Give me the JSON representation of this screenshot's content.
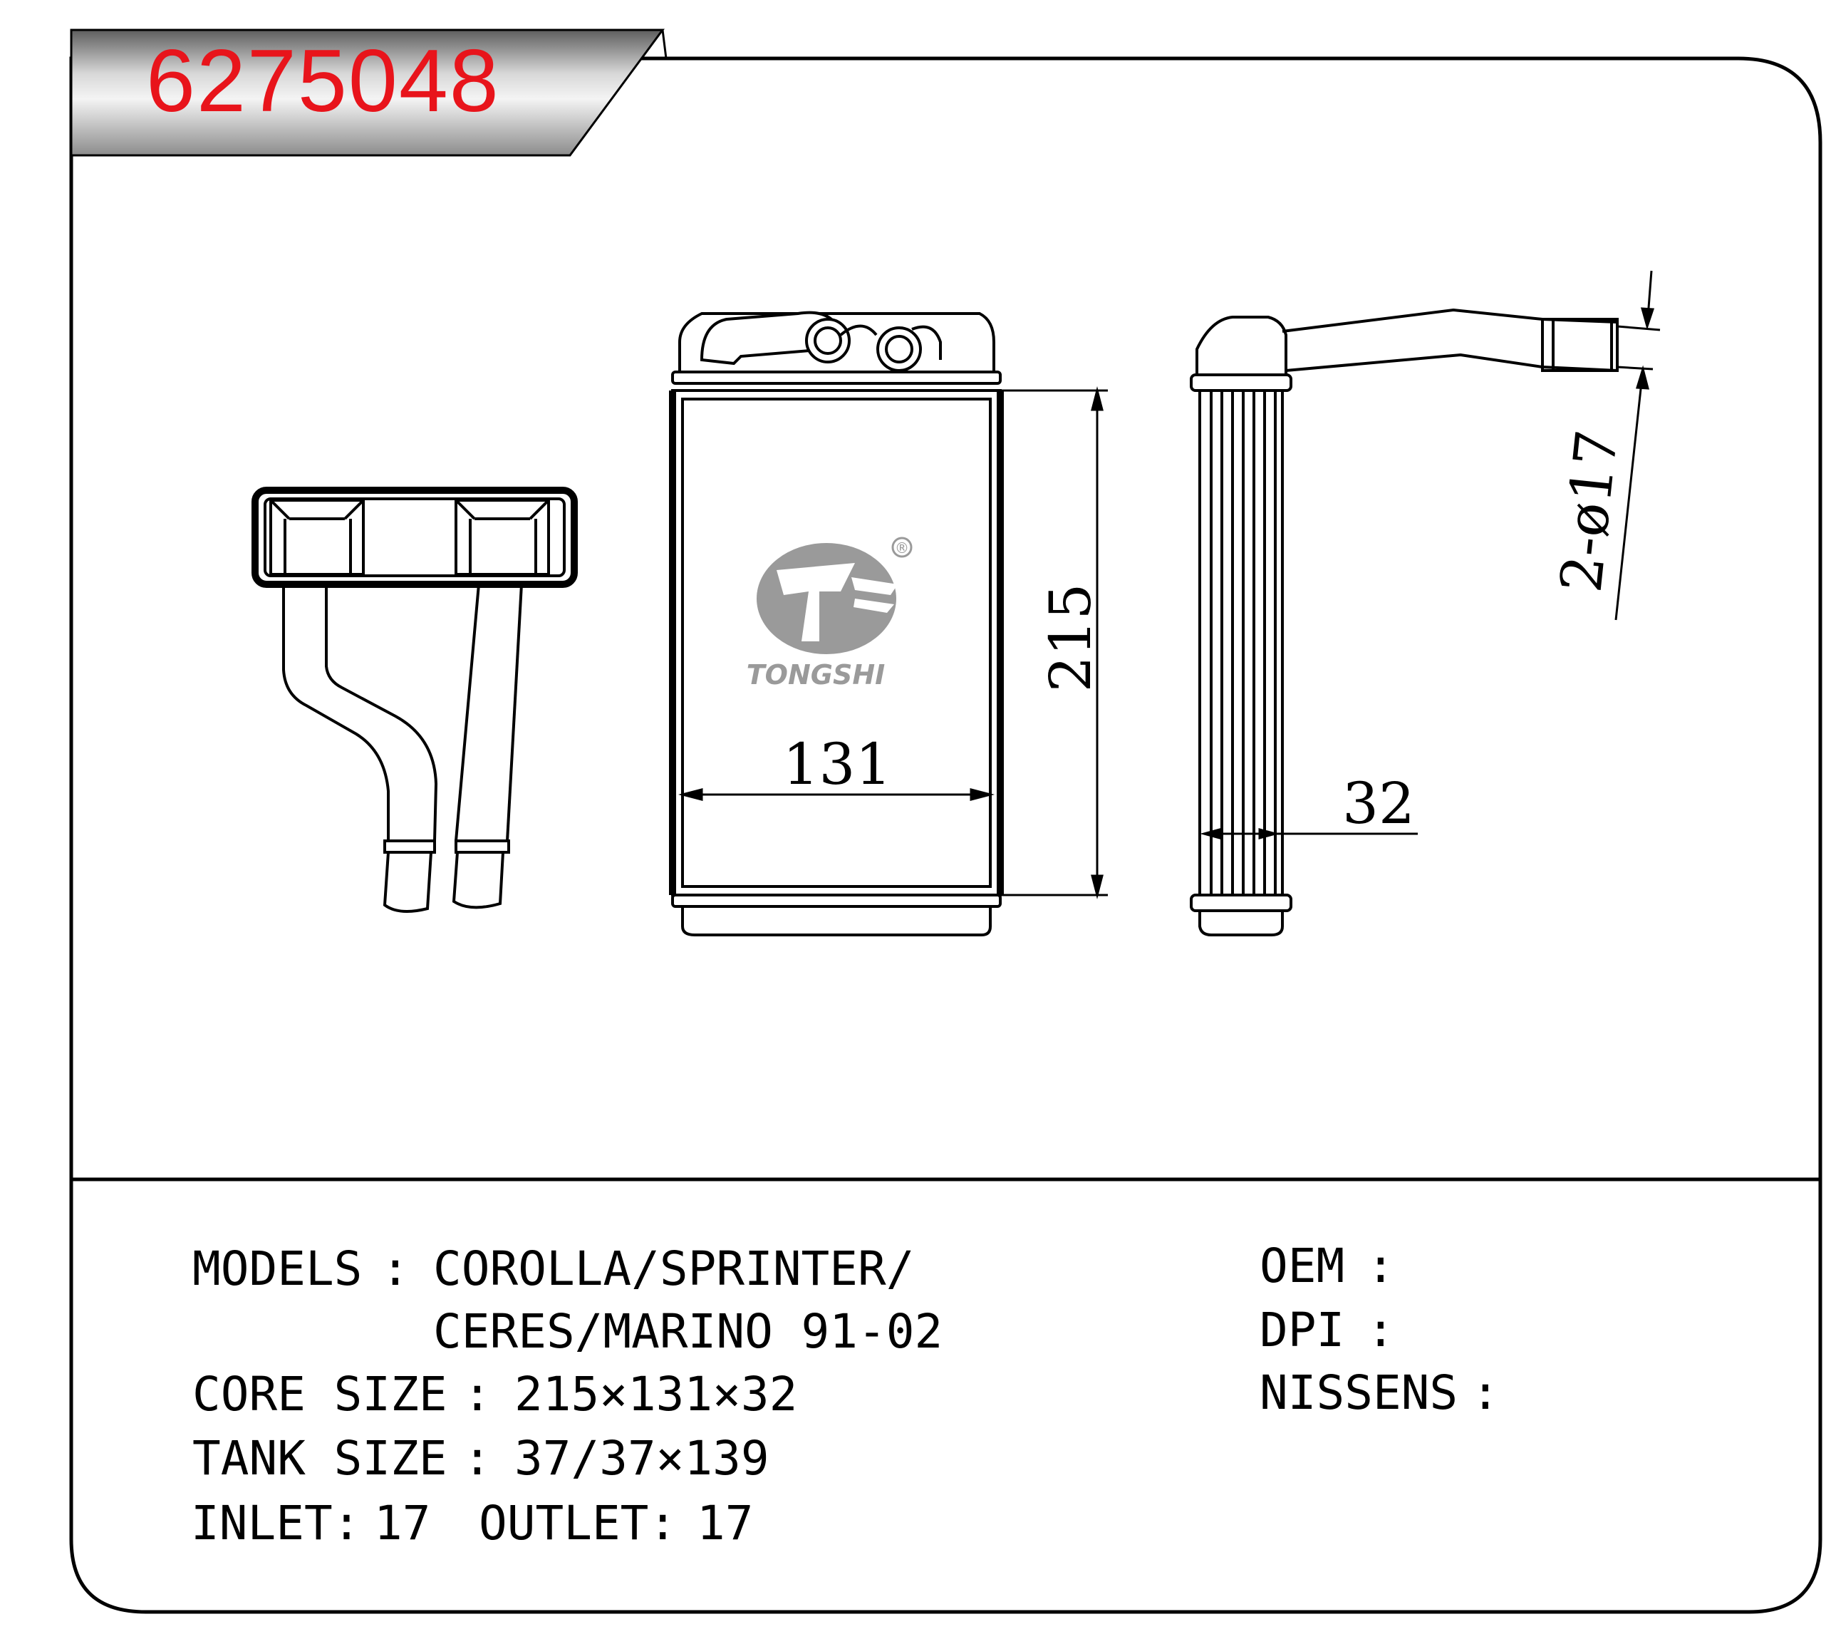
{
  "part_number": "6275048",
  "brand": {
    "name": "TONGSHI",
    "registered_mark": "®"
  },
  "colors": {
    "part_number": "#e8141b",
    "logo": "#9a9a9a",
    "line": "#000000",
    "header_band": "#8c8c8c"
  },
  "dimensions": {
    "height": "215",
    "width": "131",
    "depth": "32",
    "pipe": "2-ø17"
  },
  "specs": {
    "models_label": "MODELS",
    "models_line1": "COROLLA/SPRINTER/",
    "models_line2": "CERES/MARINO 91-02",
    "core_size_label": "CORE SIZE",
    "core_size": "215×131×32",
    "tank_size_label": "TANK SIZE",
    "tank_size": "37/37×139",
    "inlet_label": "INLET:",
    "inlet": "17",
    "outlet_label": "OUTLET:",
    "outlet": "17",
    "oem_label": "OEM",
    "dpi_label": "DPI",
    "nissens_label": "NISSENS",
    "separator": ":"
  }
}
